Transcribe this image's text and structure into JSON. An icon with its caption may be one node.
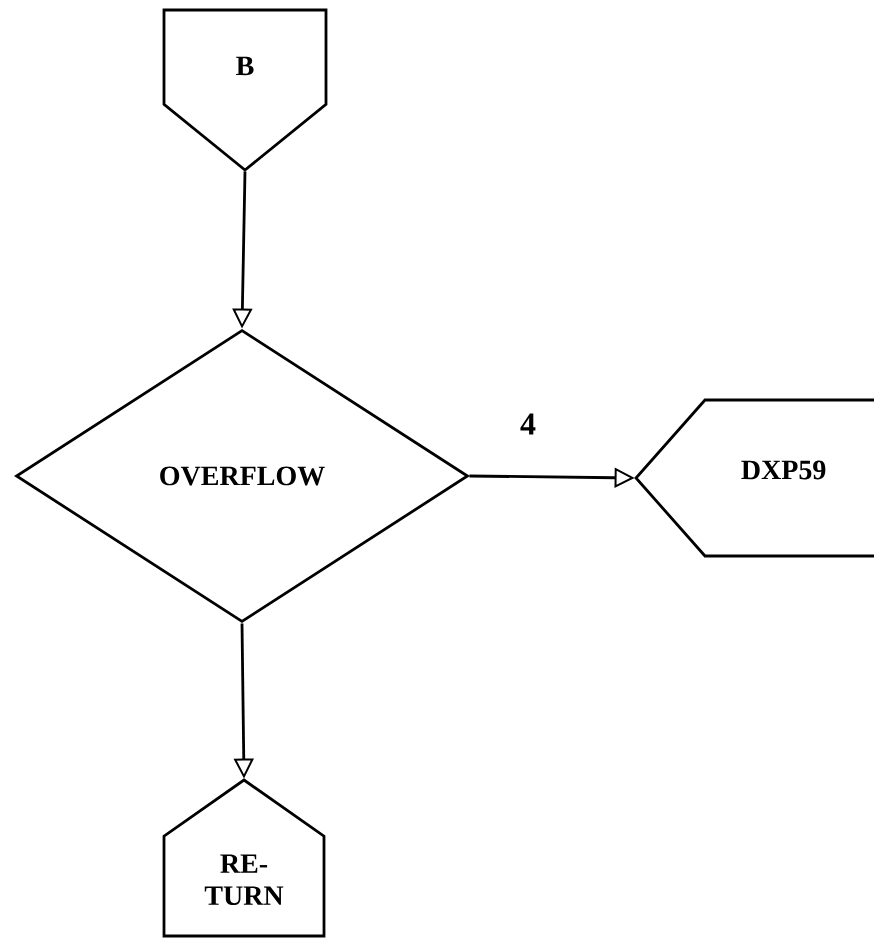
{
  "diagram": {
    "nodes": [
      {
        "text": [
          "B"
        ]
      },
      {
        "text": [
          "OVERFLOW"
        ]
      },
      {
        "text": [
          "DXP59"
        ]
      },
      {
        "text": [
          "RE- TURN"
        ]
      }
    ],
    "edges": [
      {
        "from": 0,
        "to": 1,
        "arrow": "to"
      },
      {
        "from": 1,
        "to": 2,
        "arrow": "to",
        "label": "4"
      },
      {
        "from": 1,
        "to": 3,
        "arrow": "to"
      }
    ]
  }
}
